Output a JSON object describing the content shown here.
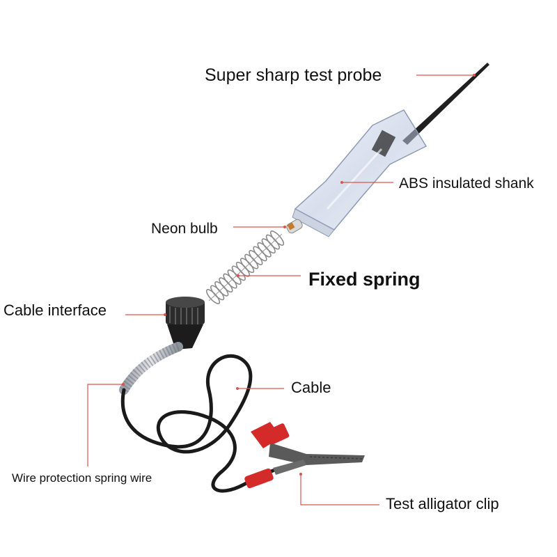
{
  "labels": {
    "probe": "Super sharp test probe",
    "shank": "ABS insulated shank",
    "neon": "Neon bulb",
    "spring": "Fixed spring",
    "interface": "Cable interface",
    "cable": "Cable",
    "wire_spring": "Wire protection spring wire",
    "clip": "Test alligator clip"
  },
  "colors": {
    "leader_line": "#d9534f",
    "label_text": "#111111",
    "cable": "#1a1a1a",
    "clip_metal": "#5a5a5a",
    "clip_sleeve": "#d42a2a",
    "shank_plastic": "#c9d3e6",
    "probe_metal": "#1f1f1f"
  },
  "icons": [
    "test-probe-needle",
    "insulated-shank",
    "neon-bulb",
    "coil-spring",
    "cable-connector",
    "alligator-clip"
  ]
}
